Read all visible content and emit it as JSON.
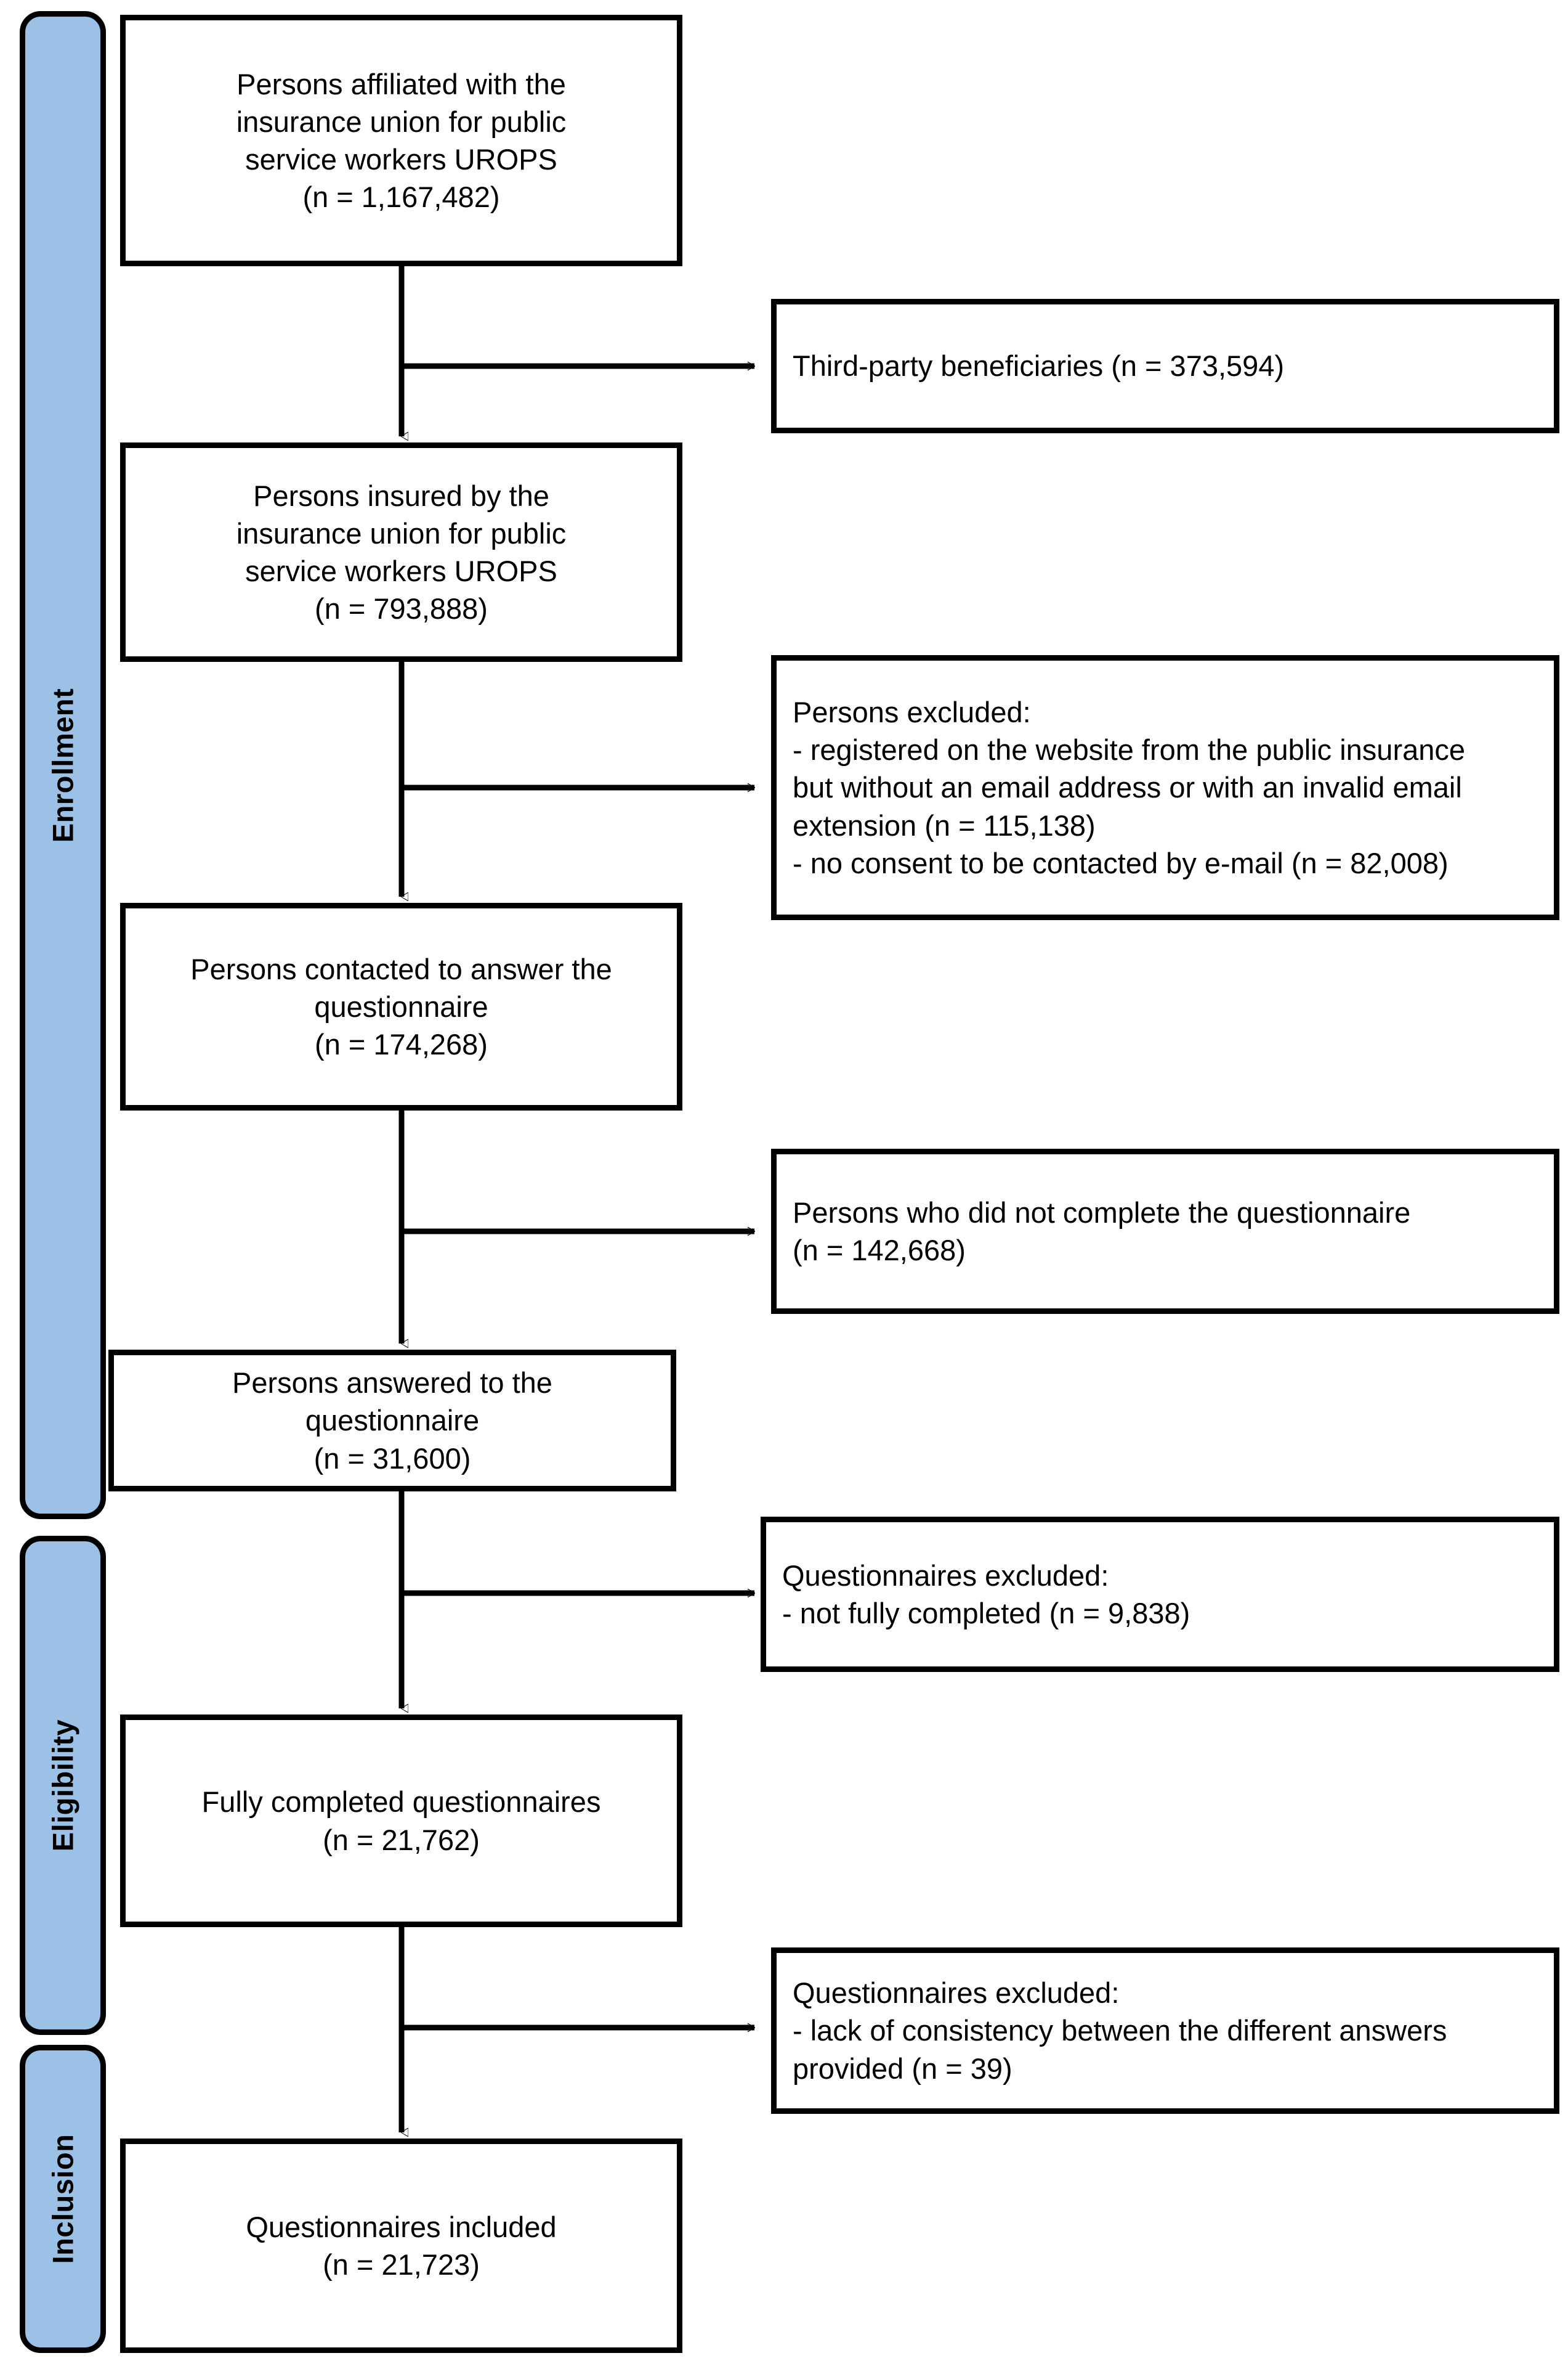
{
  "diagram": {
    "title": "Study flow diagram (CONSORT-style)",
    "accent_color": "#9BC2E6",
    "line_color": "#000000",
    "background_color": "#FFFFFF"
  },
  "stages": [
    {
      "id": "enrollment",
      "label": "Enrollment"
    },
    {
      "id": "eligibility",
      "label": "Eligibility"
    },
    {
      "id": "inclusion",
      "label": "Inclusion"
    }
  ],
  "flow_nodes": [
    {
      "id": "affiliated",
      "align": "center",
      "text": "Persons affiliated with the\ninsurance union for public\nservice workers UROPS\n(n = 1,167,482)",
      "count": "1,167,482"
    },
    {
      "id": "insured",
      "align": "center",
      "text": "Persons insured by the\ninsurance union for public\nservice workers UROPS\n(n = 793,888)",
      "count": "793,888"
    },
    {
      "id": "contacted",
      "align": "center",
      "text": "Persons contacted to answer the\nquestionnaire\n(n = 174,268)",
      "count": "174,268"
    },
    {
      "id": "answered",
      "align": "center",
      "text": "Persons answered to the\nquestionnaire\n(n = 31,600)",
      "count": "31,600"
    },
    {
      "id": "fully-completed",
      "align": "center",
      "text": "Fully completed questionnaires\n(n = 21,762)",
      "count": "21,762"
    },
    {
      "id": "included",
      "align": "center",
      "text": "Questionnaires included\n(n = 21,723)",
      "count": "21,723"
    }
  ],
  "exclusion_nodes": [
    {
      "id": "third-party",
      "align": "left",
      "text": "Third-party beneficiaries (n = 373,594)",
      "count": "373,594"
    },
    {
      "id": "persons-excluded",
      "align": "left",
      "text": "Persons excluded:\n   - registered on the website from the public insurance\nbut without an email address or with an invalid email\nextension (n = 115,138)\n   - no consent to be contacted by e-mail (n = 82,008)",
      "counts": [
        "115,138",
        "82,008"
      ]
    },
    {
      "id": "not-completed",
      "align": "left",
      "text": "Persons who did not complete the questionnaire\n(n = 142,668)",
      "count": "142,668"
    },
    {
      "id": "excluded-not-fully",
      "align": "left",
      "text": "Questionnaires excluded:\n   - not fully completed (n = 9,838)",
      "count": "9,838"
    },
    {
      "id": "excluded-inconsistent",
      "align": "left",
      "text": "Questionnaires excluded:\n   - lack of consistency between the different answers\nprovided (n = 39)",
      "count": "39"
    }
  ]
}
